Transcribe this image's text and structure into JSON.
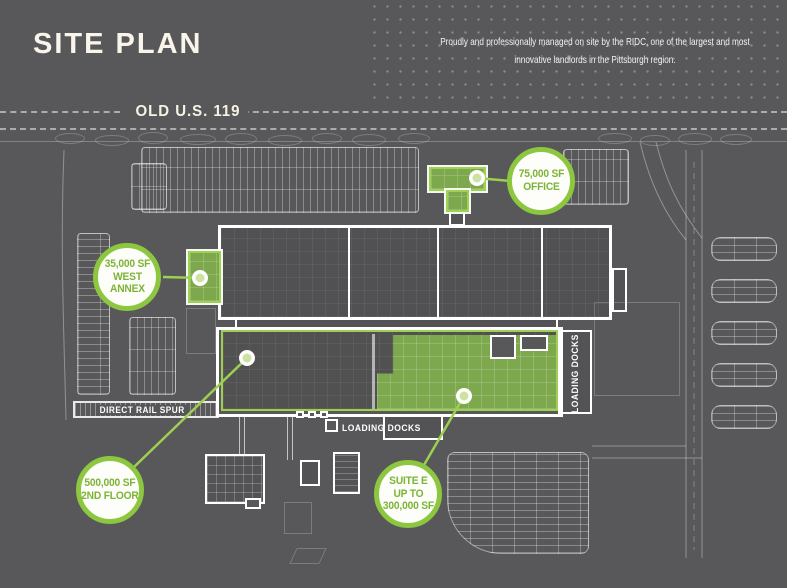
{
  "header": {
    "title": "SITE PLAN",
    "managed_note_lines": [
      "Proudly and professionally managed on site by the RIDC, one of the largest and most",
      "innovative landlords in the Pittsburgh region."
    ]
  },
  "plan": {
    "road_label": "OLD U.S. 119",
    "rail_spur_label": "DIRECT RAIL SPUR",
    "loading_docks_bottom_label": "LOADING DOCKS",
    "loading_docks_right_label": "LOADING DOCKS",
    "callouts": [
      {
        "id": "office",
        "lines": [
          "75,000 SF",
          "OFFICE"
        ]
      },
      {
        "id": "west-annex",
        "lines": [
          "35,000 SF",
          "WEST",
          "ANNEX"
        ]
      },
      {
        "id": "second-floor",
        "lines": [
          "500,000 SF",
          "2ND FLOOR"
        ]
      },
      {
        "id": "suite-e",
        "lines": [
          "SUITE E",
          "UP TO",
          "300,000 SF"
        ]
      }
    ],
    "colors": {
      "background": "#58585A",
      "accent_green": "#8DC63F",
      "building_fill_green": "#7DA84E",
      "outline_white": "#FFFFFF",
      "line_gray": "#8A8A8D",
      "title_cream": "#FAF5EA"
    }
  }
}
